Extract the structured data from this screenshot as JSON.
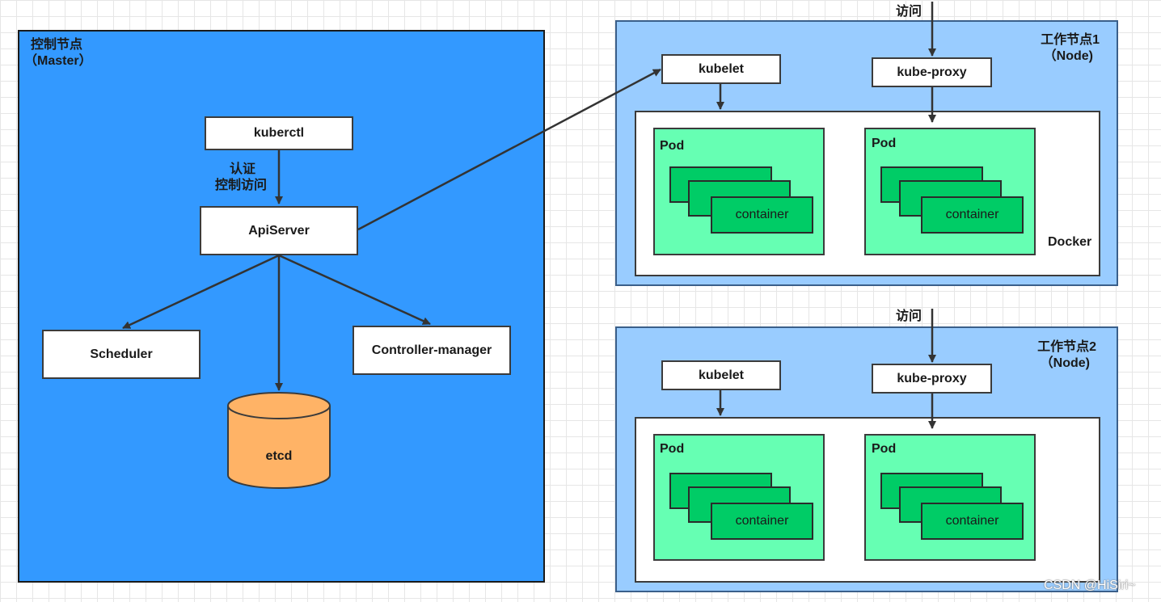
{
  "master": {
    "title_line1": "控制节点",
    "title_line2": "（Master）",
    "kuberctl": "kuberctl",
    "auth_line1": "认证",
    "auth_line2": "控制访问",
    "apiserver": "ApiServer",
    "scheduler": "Scheduler",
    "controller_manager": "Controller-manager",
    "etcd": "etcd"
  },
  "nodes": [
    {
      "title_line1": "工作节点1",
      "title_line2": "（Node)",
      "access": "访问",
      "kubelet": "kubelet",
      "kube_proxy": "kube-proxy",
      "docker": "Docker",
      "pods": [
        {
          "label": "Pod",
          "container": "container"
        },
        {
          "label": "Pod",
          "container": "container"
        }
      ]
    },
    {
      "title_line1": "工作节点2",
      "title_line2": "（Node)",
      "access": "访问",
      "kubelet": "kubelet",
      "kube_proxy": "kube-proxy",
      "pods": [
        {
          "label": "Pod",
          "container": "container"
        },
        {
          "label": "Pod",
          "container": "container"
        }
      ]
    }
  ],
  "watermark": "CSDN @HiSiri~",
  "colors": {
    "master_bg": "#3399ff",
    "node_bg": "#99ccff",
    "pod_bg": "#66ffb3",
    "container_bg": "#00cc66",
    "etcd_bg": "#ffb366"
  }
}
